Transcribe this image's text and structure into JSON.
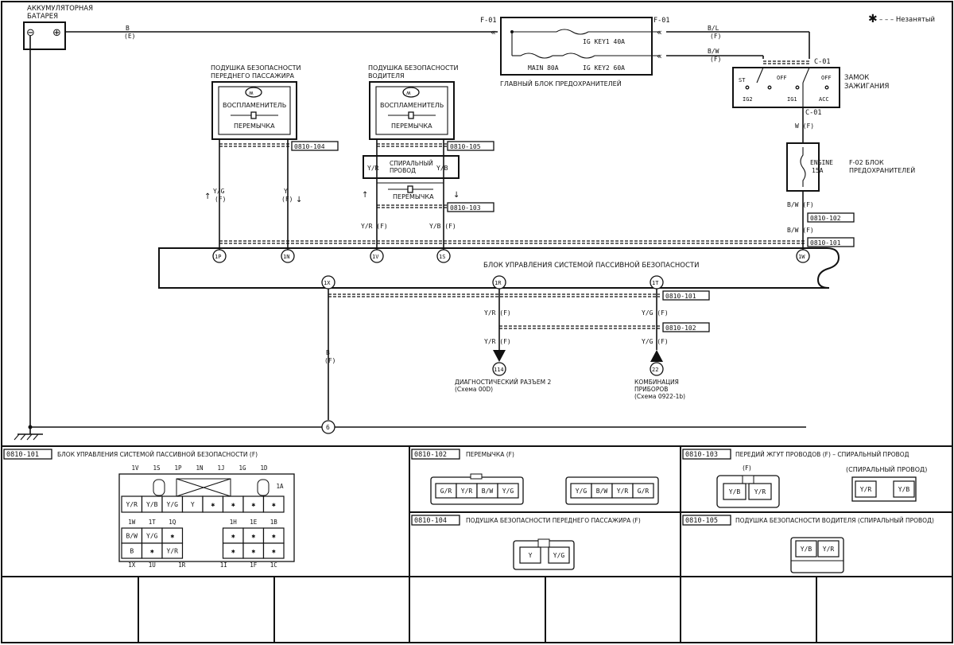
{
  "legend": {
    "star": "✱",
    "text": "– – –  Незанятый"
  },
  "battery": {
    "line1": "АККУМУЛЯТОРНАЯ",
    "line2": "БАТАРЕЯ",
    "minus": "⊖",
    "plus": "⊕"
  },
  "wire_battery": {
    "color": "B",
    "type": "(E)"
  },
  "fuse_block": {
    "label": "ГЛАВНЫЙ БЛОК ПРЕДОХРАНИТЕЛЕЙ",
    "conn_left": "F-01",
    "conn_right": "F-01",
    "fuse1": "IG KEY1 40A",
    "fuse_main": "MAIN 80A",
    "fuse2": "IG KEY2 60A"
  },
  "wire_bl": {
    "color": "B/L",
    "type": "(F)"
  },
  "wire_bw": {
    "color": "B/W",
    "type": "(F)"
  },
  "ignition": {
    "label1": "ЗАМОК",
    "label2": "ЗАЖИГАНИЯ",
    "conn": "C-01",
    "conn_bottom": "C-01",
    "st": "ST",
    "off1": "OFF",
    "off2": "OFF",
    "ig2": "IG2",
    "ig1": "IG1",
    "acc": "ACC"
  },
  "wire_wf": "W (F)",
  "f02": {
    "line1": "F-02 БЛОК",
    "line2": "ПРЕДОХРАНИТЕЛЕЙ",
    "fuse1": "ENGINE",
    "fuse2": "15A"
  },
  "wire_bwf1": "B/W (F)",
  "wire_bwf2": "B/W (F)",
  "pass_airbag": {
    "title1": "ПОДУШКА БЕЗОПАСНОСТИ",
    "title2": "ПЕРЕДНЕГО ПАССАЖИРА",
    "igniter": "ВОСПЛАМЕНИТЕЛЬ",
    "jumper": "ПЕРЕМЫЧКА",
    "conn": "0810-104",
    "wire_left": "Y/G",
    "wire_left_type": "(F)",
    "wire_right": "Y",
    "wire_right_type": "(F)"
  },
  "drv_airbag": {
    "title1": "ПОДУШКА БЕЗОПАСНОСТИ",
    "title2": "ВОДИТЕЛЯ",
    "igniter": "ВОСПЛАМЕНИТЕЛЬ",
    "jumper": "ПЕРЕМЫЧКА",
    "conn": "0810-105"
  },
  "clock_spring": {
    "line1": "СПИРАЛЬНЫЙ",
    "line2": "ПРОВОД",
    "left": "Y/R",
    "right": "Y/B",
    "jumper": "ПЕРЕМЫЧКА",
    "conn": "0810-103",
    "wire_left": "Y/R (F)",
    "wire_right": "Y/B (F)"
  },
  "conn_101": "0810-101",
  "conn_102": "0810-102",
  "control_unit": {
    "label": "БЛОК УПРАВЛЕНИЯ СИСТЕМОЙ ПАССИВНОЙ БЕЗОПАСНОСТИ"
  },
  "pins_top": [
    "1P",
    "1N",
    "1V",
    "1S",
    "1W"
  ],
  "pins_bottom": [
    "1X",
    "1R",
    "1T"
  ],
  "wire_bf": {
    "color": "B",
    "type": "(F)"
  },
  "diag": {
    "wire1": "Y/R (F)",
    "wire2": "Y/R (F)",
    "conn1": "0810-101",
    "conn2": "0810-102",
    "num": "114",
    "label": "ДИАГНОСТИЧЕСКИЙ РАЗЪЕМ 2",
    "sub": "(Схема 00D)"
  },
  "cluster": {
    "wire1": "Y/G (F)",
    "wire2": "Y/G (F)",
    "conn1": "0810-101",
    "conn2": "0810-102",
    "num": "22",
    "label1": "КОМБИНАЦИЯ",
    "label2": "ПРИБОРОВ",
    "sub": "(Схема 0922-1b)"
  },
  "ground_num": "6",
  "panel_101": {
    "code": "0810-101",
    "title": "БЛОК УПРАВЛЕНИЯ СИСТЕМОЙ ПАССИВНОЙ БЕЗОПАСНОСТИ (F)",
    "top_labels": [
      "1V",
      "1S",
      "1P",
      "1N",
      "1J",
      "1G",
      "1D"
    ],
    "label_1a": "1A",
    "row1": [
      "Y/R",
      "Y/B",
      "Y/G",
      "Y",
      "✱",
      "✱",
      "✱",
      "✱"
    ],
    "mid_left_labels": [
      "1W",
      "1T",
      "1Q"
    ],
    "mid_right_labels": [
      "1H",
      "1E",
      "1B"
    ],
    "row2": [
      "B/W",
      "Y/G",
      "✱",
      "✱",
      "✱",
      "✱"
    ],
    "row3": [
      "B",
      "✱",
      "Y/R",
      "✱",
      "✱",
      "✱"
    ],
    "bottom_labels": [
      "1X",
      "1U",
      "1R",
      "1I",
      "1F",
      "1C"
    ]
  },
  "panel_102": {
    "code": "0810-102",
    "title": "ПЕРЕМЫЧКА (F)",
    "left": [
      "G/R",
      "Y/R",
      "B/W",
      "Y/G"
    ],
    "right": [
      "Y/G",
      "B/W",
      "Y/R",
      "G/R"
    ]
  },
  "panel_103": {
    "code": "0810-103",
    "title": "ПЕРЕДИЙ ЖГУТ ПРОВОДОВ (F) – СПИРАЛЬНЫЙ ПРОВОД",
    "left_label": "(F)",
    "right_label": "(СПИРАЛЬНЫЙ ПРОВОД)",
    "left": [
      "Y/B",
      "Y/R"
    ],
    "right": [
      "Y/R",
      "Y/B"
    ]
  },
  "panel_104": {
    "code": "0810-104",
    "title": "ПОДУШКА БЕЗОПАСНОСТИ ПЕРЕДНЕГО ПАССАЖИРА (F)",
    "cells": [
      "Y",
      "Y/G"
    ]
  },
  "panel_105": {
    "code": "0810-105",
    "title": "ПОДУШКА БЕЗОПАСНОСТИ ВОДИТЕЛЯ (СПИРАЛЬНЫЙ ПРОВОД)",
    "cells": [
      "Y/B",
      "Y/R"
    ]
  }
}
